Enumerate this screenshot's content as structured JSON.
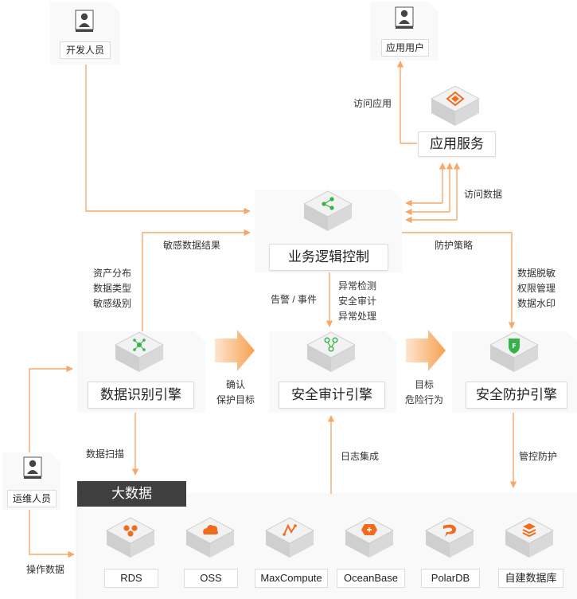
{
  "actors": {
    "developer": "开发人员",
    "app_user": "应用用户",
    "ops": "运维人员"
  },
  "components": {
    "app_service": "应用服务",
    "business_logic": "业务逻辑控制",
    "data_identify_engine": "数据识别引擎",
    "security_audit_engine": "安全审计引擎",
    "security_protect_engine": "安全防护引擎",
    "big_data": "大数据"
  },
  "edge_labels": {
    "visit_app": "访问应用",
    "visit_data": "访问数据",
    "sensitive_result": "敏感数据结果",
    "protect_policy": "防护策略",
    "asset_info": [
      "资产分布",
      "数据类型",
      "敏感级别"
    ],
    "alert_event": "告警 / 事件",
    "audit_info": [
      "异常检测",
      "安全审计",
      "异常处理"
    ],
    "protect_info": [
      "数据脱敏",
      "权限管理",
      "数据水印"
    ],
    "confirm_target": [
      "确认",
      "保护目标"
    ],
    "target_danger": [
      "目标",
      "危险行为"
    ],
    "data_scan": "数据扫描",
    "log_integration": "日志集成",
    "control_protect": "管控防护",
    "operation_data": "操作数据"
  },
  "databases": [
    "RDS",
    "OSS",
    "MaxCompute",
    "OceanBase",
    "PolarDB",
    "自建数据库"
  ],
  "colors": {
    "accent": "#f7a869",
    "icon_orange": "#f06b1e",
    "icon_green": "#36b24a",
    "banner": "#3f3f3f",
    "card": "#f9f9f9"
  }
}
